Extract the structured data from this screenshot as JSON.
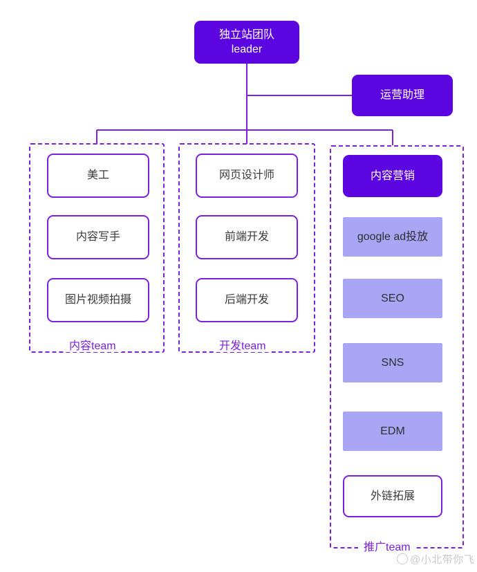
{
  "chart_type": "org-chart",
  "colors": {
    "primary_purple": "#5b05e0",
    "border_purple": "#7b20e0",
    "soft_lavender": "#a9a6f6",
    "background": "#ffffff",
    "text_dark": "#3b3b3b",
    "watermark_gray": "#c9c7d4"
  },
  "root": {
    "line1": "独立站团队",
    "line2": "leader"
  },
  "assistant": {
    "label": "运营助理"
  },
  "groups": [
    {
      "id": "content-team",
      "label": "内容team",
      "nodes": [
        {
          "label": "美工",
          "style": "outline"
        },
        {
          "label": "内容写手",
          "style": "outline"
        },
        {
          "label": "图片视频拍摄",
          "style": "outline"
        }
      ]
    },
    {
      "id": "dev-team",
      "label": "开发team",
      "nodes": [
        {
          "label": "网页设计师",
          "style": "outline"
        },
        {
          "label": "前端开发",
          "style": "outline"
        },
        {
          "label": "后端开发",
          "style": "outline"
        }
      ]
    },
    {
      "id": "promotion-team",
      "label": "推广team",
      "nodes": [
        {
          "label": "内容营销",
          "style": "solid"
        },
        {
          "label": "google ad投放",
          "style": "fillsoft"
        },
        {
          "label": "SEO",
          "style": "fillsoft"
        },
        {
          "label": "SNS",
          "style": "fillsoft"
        },
        {
          "label": "EDM",
          "style": "fillsoft"
        },
        {
          "label": "外链拓展",
          "style": "outline"
        }
      ]
    }
  ],
  "watermark": {
    "text": "@小北带你飞"
  }
}
